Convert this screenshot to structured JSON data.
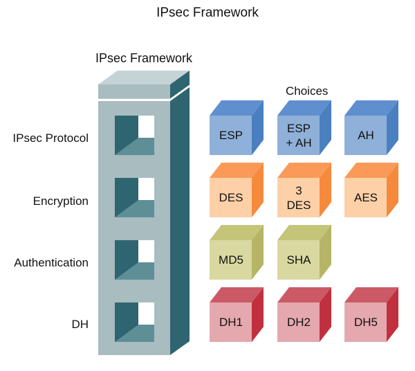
{
  "title": "IPsec Framework",
  "tower": {
    "title": "IPsec Framework",
    "colors": {
      "front": "#a9bcc0",
      "side": "#2f6570",
      "top": "#c4d3d6",
      "slot": "#2f6570",
      "slot_floor": "#5e8f97"
    }
  },
  "choices_title": "Choices",
  "rows": [
    {
      "label": "IPsec Protocol",
      "options": [
        "ESP",
        "ESP\n+ AH",
        "AH"
      ],
      "colors": {
        "front": "#8fb0d8",
        "top": "#5f8fcf",
        "side": "#4a7fc0"
      }
    },
    {
      "label": "Encryption",
      "options": [
        "DES",
        "3\nDES",
        "AES"
      ],
      "colors": {
        "front": "#fdd0a8",
        "top": "#fb9a58",
        "side": "#f58a3c"
      }
    },
    {
      "label": "Authentication",
      "options": [
        "MD5",
        "SHA"
      ],
      "colors": {
        "front": "#d8d8a0",
        "top": "#c5c57a",
        "side": "#b5b565"
      }
    },
    {
      "label": "DH",
      "options": [
        "DH1",
        "DH2",
        "DH5"
      ],
      "colors": {
        "front": "#e4a8ae",
        "top": "#cc5a66",
        "side": "#c0303e"
      }
    }
  ]
}
